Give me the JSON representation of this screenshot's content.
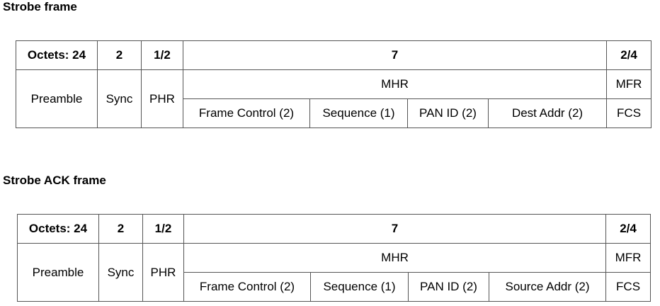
{
  "frames": [
    {
      "title": "Strobe frame",
      "octets": [
        "Octets: 24",
        "2",
        "1/2",
        "7",
        "2/4"
      ],
      "preamble": "Preamble",
      "sync": "Sync",
      "phr": "PHR",
      "mhr": "MHR",
      "mfr": "MFR",
      "fields": [
        "Frame Control (2)",
        "Sequence (1)",
        "PAN ID (2)",
        "Dest Addr (2)"
      ],
      "fcs": "FCS"
    },
    {
      "title": "Strobe ACK frame",
      "octets": [
        "Octets: 24",
        "2",
        "1/2",
        "7",
        "2/4"
      ],
      "preamble": "Preamble",
      "sync": "Sync",
      "phr": "PHR",
      "mhr": "MHR",
      "mfr": "MFR",
      "fields": [
        "Frame Control (2)",
        "Sequence (1)",
        "PAN ID (2)",
        "Source Addr (2)"
      ],
      "fcs": "FCS"
    }
  ]
}
